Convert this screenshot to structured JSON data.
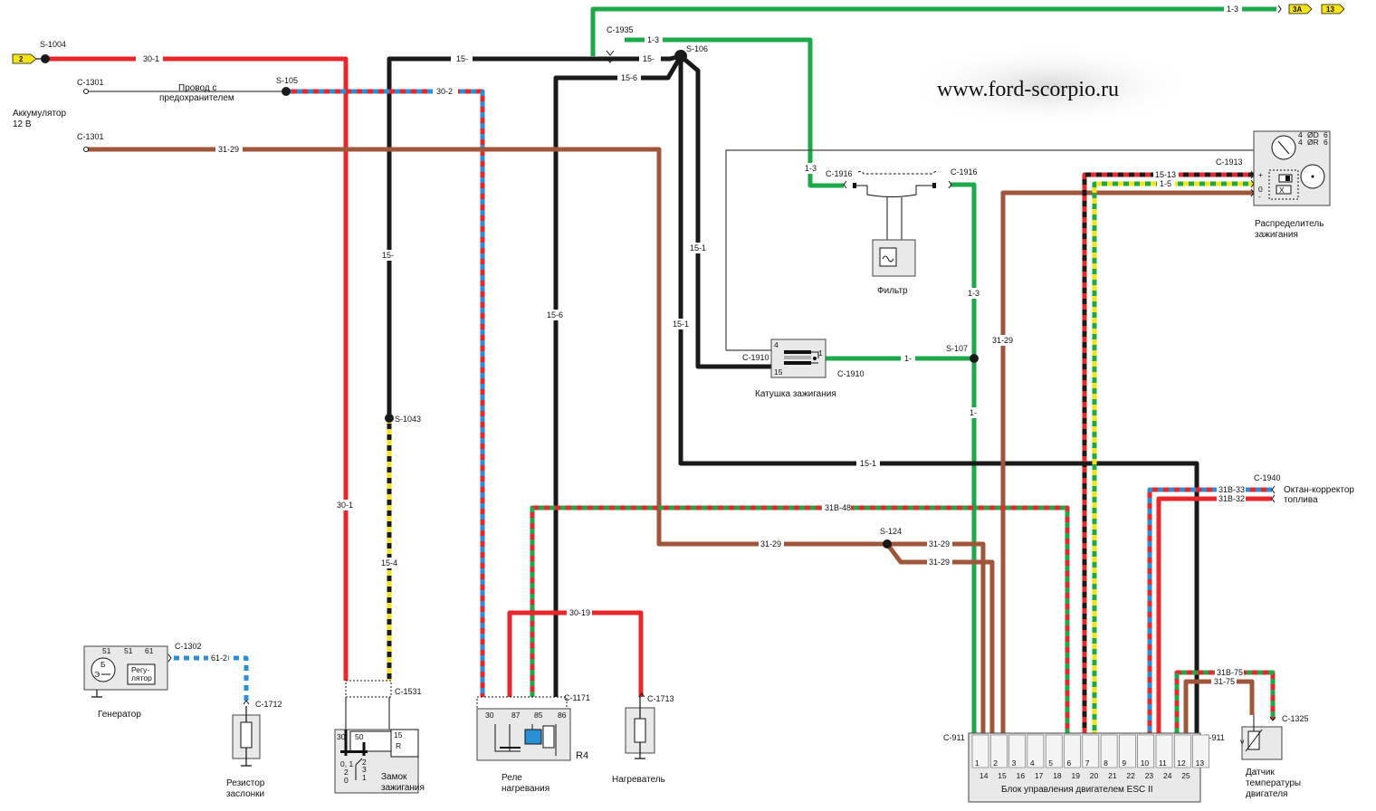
{
  "watermark": "www.ford-scorpio.ru",
  "battery": {
    "title_line1": "Аккумулятор",
    "title_line2": "12 В",
    "tag": "2"
  },
  "fused_wire": {
    "line1": "Провод с",
    "line2": "предохранителем"
  },
  "connectors": {
    "s1004": "S-1004",
    "c1301a": "C-1301",
    "c1301b": "C-1301",
    "s105": "S-105",
    "c1935": "C-1935",
    "s106": "S-106",
    "s1043": "S-1043",
    "c1916a": "C-1916",
    "c1916b": "C-1916",
    "c1913": "C-1913",
    "c1910a": "C-1910",
    "c1910b": "C-1910",
    "s107": "S-107",
    "c1940": "C-1940",
    "s124": "S-124",
    "c1302": "C-1302",
    "c1712": "C-1712",
    "c1531": "C-1531",
    "c1171": "C-1171",
    "c1713": "C-1713",
    "c911a": "C-911",
    "c911b": "C-911",
    "c1325": "C-1325"
  },
  "wires": {
    "w30_1a": "30-1",
    "w30_1b": "30-1",
    "w30_2": "30-2",
    "w31_29a": "31-29",
    "w15a": "15-",
    "w15b": "15-",
    "w15c": "15-",
    "w15_6a": "15-6",
    "w15_6b": "15-6",
    "w1_3a": "1-3",
    "w1_3b": "1-3",
    "w1_3c": "1-3",
    "w1_3d": "1-3",
    "w15_1a": "15-1",
    "w15_1b": "15-1",
    "w15_1c": "15-1",
    "w15_4": "15-4",
    "w1a": "1-",
    "w1b": "1-",
    "w31_29b": "31-29",
    "w15_13": "15-13",
    "w1_5": "1-5",
    "w31b48": "31B-48",
    "w31_29c": "31-29",
    "w31_29d": "31-29",
    "w31_29e": "31-29",
    "w30_19": "30-19",
    "w61_2": "61-2",
    "w31b33": "31B-33",
    "w31b32": "31B-32",
    "w31b75": "31B-75",
    "w31_75": "31-75"
  },
  "top_tags": {
    "t1": "3A",
    "t2": "13"
  },
  "components": {
    "distributor_l1": "Распределитель",
    "distributor_l2": "зажигания",
    "filter": "Фильтр",
    "coil": "Катушка зажигания",
    "octane_l1": "Октан-корректор",
    "octane_l2": "топлива",
    "generator": "Генератор",
    "regulator_l1": "Регу-",
    "regulator_l2": "лятор",
    "resistor_l1": "Резистор",
    "resistor_l2": "заслонки",
    "ign_switch_l1": "Замок",
    "ign_switch_l2": "зажигания",
    "relay_l1": "Реле",
    "relay_l2": "нагревания",
    "relay_id": "R4",
    "heater": "Нагреватель",
    "ecu": "Блок управления двигателем ESC II",
    "temp_l1": "Датчик",
    "temp_l2": "температуры",
    "temp_l3": "двигателя"
  },
  "pins": {
    "gen": [
      "51",
      "51",
      "61"
    ],
    "gen_b": "Б",
    "gen_e": "Э",
    "switch_top": [
      "30",
      "50",
      "15",
      "R"
    ],
    "switch_low": [
      "0, 1",
      "2",
      "0",
      "2",
      "3",
      "1"
    ],
    "relay": [
      "30",
      "87",
      "85",
      "86"
    ],
    "coil": [
      "4",
      "1",
      "15"
    ],
    "dist_grid": [
      "4",
      "4",
      "ØD",
      "ØR",
      "6",
      "6"
    ],
    "dist_side": [
      "+",
      "0",
      "-"
    ],
    "ecu_top": [
      "1",
      "2",
      "3",
      "4",
      "5",
      "6",
      "7",
      "8",
      "9",
      "10",
      "11",
      "12",
      "13"
    ],
    "ecu_bottom": [
      "14",
      "15",
      "16",
      "17",
      "18",
      "19",
      "20",
      "21",
      "22",
      "23",
      "24",
      "25"
    ]
  },
  "colors": {
    "red": "#e8262b",
    "black": "#1a1a1a",
    "blue": "#2b8fd8",
    "green": "#1ca94a",
    "brown": "#a0563b",
    "yellow": "#f3e21c",
    "tag_bg": "#f6e317"
  }
}
